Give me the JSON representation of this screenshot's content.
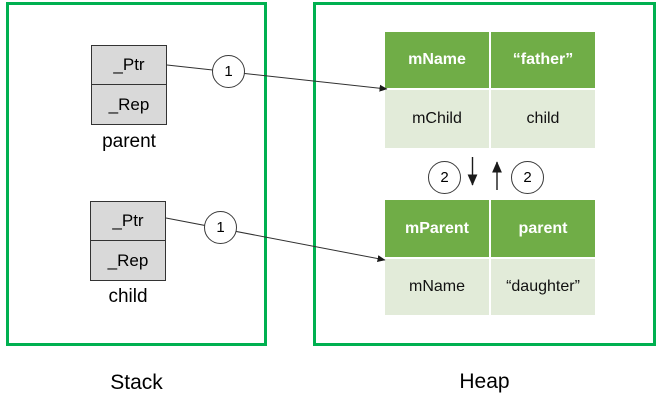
{
  "colors": {
    "region_border": "#00B050",
    "heap_header_fill": "#70AD47",
    "heap_row_fill": "#E2EBD9",
    "stack_record_fill": "#D9D9D9"
  },
  "stack": {
    "label": "Stack",
    "records": [
      {
        "name": "parent",
        "fields": [
          "_Ptr",
          "_Rep"
        ]
      },
      {
        "name": "child",
        "fields": [
          "_Ptr",
          "_Rep"
        ]
      }
    ]
  },
  "heap": {
    "label": "Heap",
    "objects": [
      {
        "header": [
          "mName",
          "“father”"
        ],
        "row": [
          "mChild",
          "child"
        ]
      },
      {
        "header": [
          "mParent",
          "parent"
        ],
        "row": [
          "mName",
          "“daughter”"
        ]
      }
    ]
  },
  "badges": {
    "parent_ref": "1",
    "child_ref": "1",
    "mchild_ref": "2",
    "mparent_ref": "2"
  }
}
